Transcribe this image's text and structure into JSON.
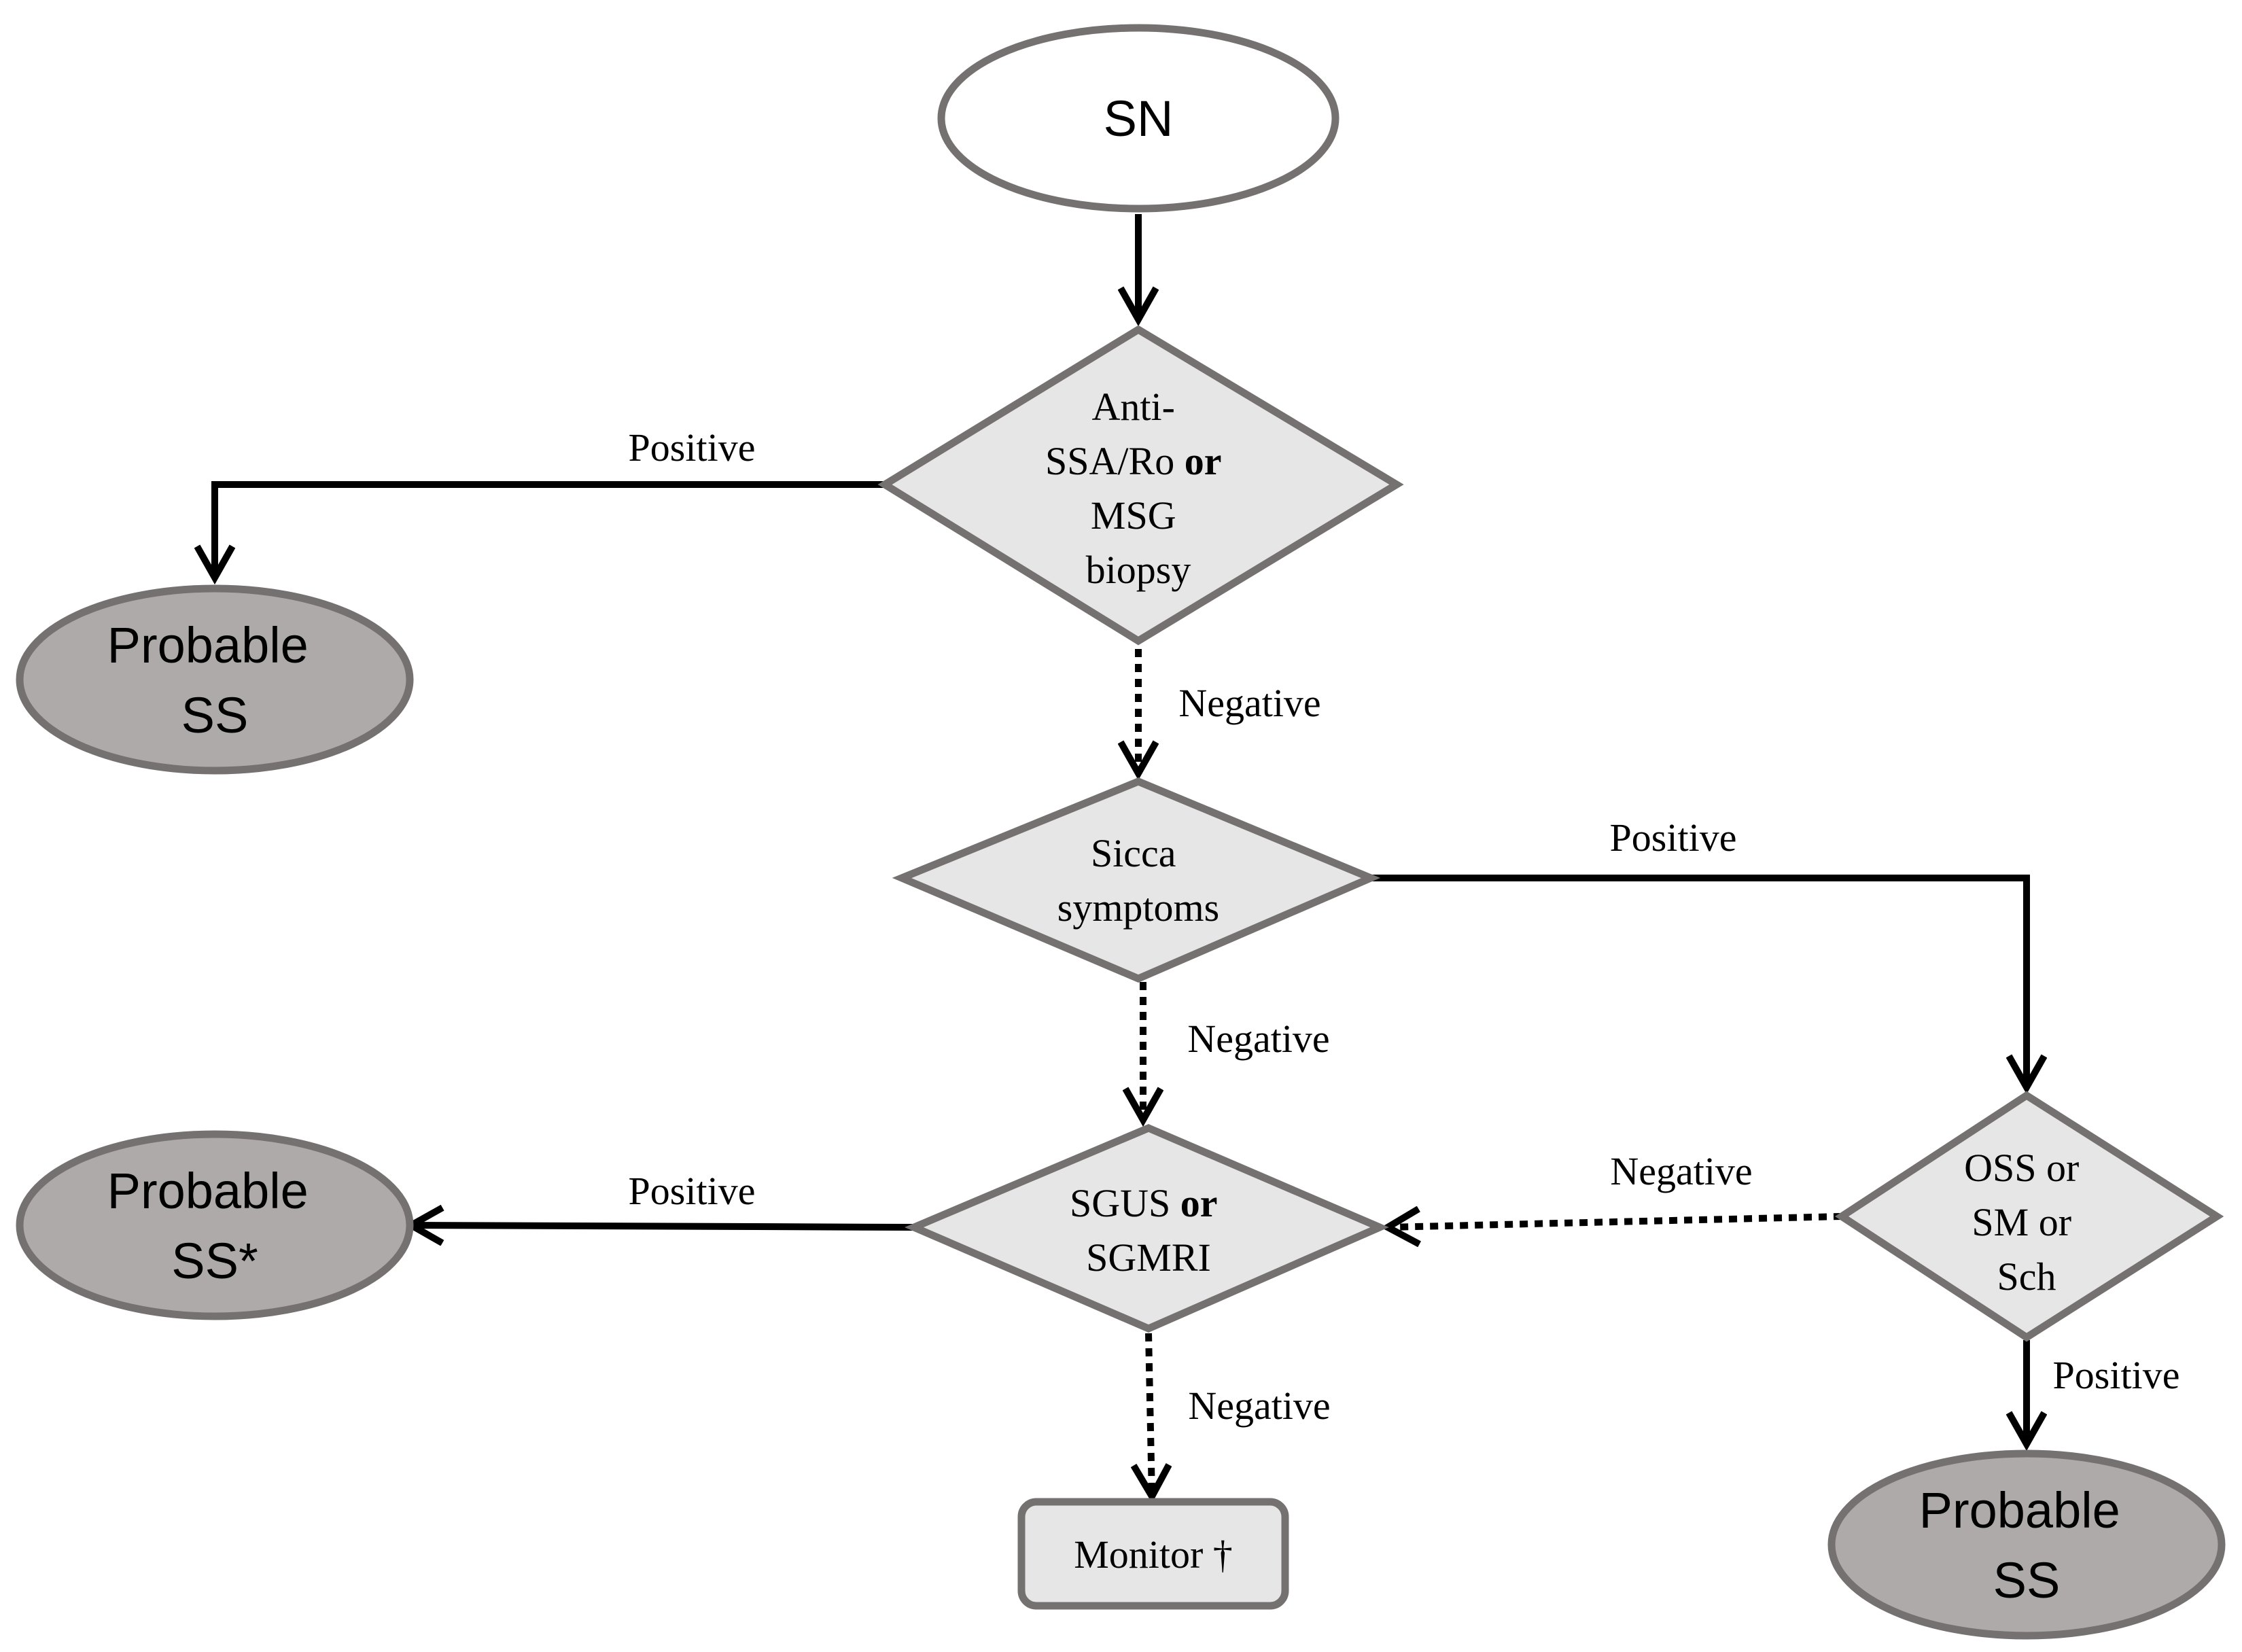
{
  "colors": {
    "start_fill": "#ffffff",
    "decision_fill": "#e7e6e6",
    "outcome_fill": "#aeaaaa",
    "monitor_fill": "#e7e6e6",
    "stroke": "#757171",
    "arrow": "#000000"
  },
  "nodes": {
    "start": {
      "label": "SN"
    },
    "anti_ssa": {
      "line1": "Anti-",
      "line2_a": "SSA/Ro ",
      "line2_b": "or",
      "line3": "MSG",
      "line4": "biopsy"
    },
    "sicca": {
      "line1": "Sicca",
      "line2": "symptoms"
    },
    "sgus": {
      "line1_a": "SGUS ",
      "line1_b": "or",
      "line2": "SGMRI"
    },
    "oss": {
      "line1": "OSS or",
      "line2": "SM or",
      "line3": "Sch"
    },
    "probable_left_top": {
      "line1": "Probable",
      "line2": "SS"
    },
    "probable_left_bottom": {
      "line1": "Probable",
      "line2": "SS*"
    },
    "probable_right": {
      "line1": "Probable",
      "line2": "SS"
    },
    "monitor": {
      "label": "Monitor †"
    }
  },
  "edges": {
    "anti_to_probable": "Positive",
    "anti_to_sicca": "Negative",
    "sicca_to_oss": "Positive",
    "sicca_to_sgus": "Negative",
    "oss_to_sgus": "Negative",
    "oss_to_probable": "Positive",
    "sgus_to_probable": "Positive",
    "sgus_to_monitor": "Negative"
  }
}
